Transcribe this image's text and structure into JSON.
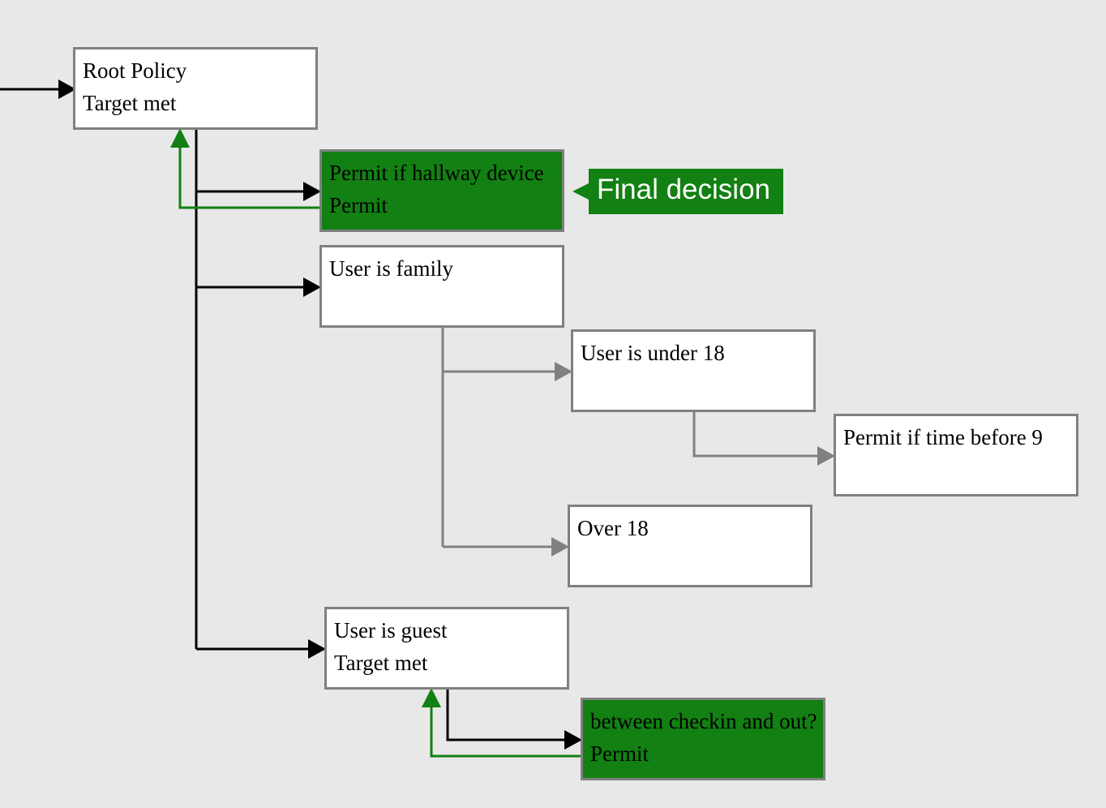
{
  "colors": {
    "background": "#e8e8e8",
    "node_fill": "#ffffff",
    "node_border": "#808080",
    "permit_fill": "#128012",
    "active_edge": "#000000",
    "inactive_edge": "#808080",
    "result_edge": "#128012",
    "badge_text": "#ffffff"
  },
  "nodes": {
    "root": {
      "title": "Root Policy",
      "status": "Target met"
    },
    "hallway": {
      "title": "Permit if hallway device",
      "status": "Permit"
    },
    "family": {
      "title": "User is family",
      "status": ""
    },
    "under18": {
      "title": "User is under 18",
      "status": ""
    },
    "time": {
      "title": "Permit if time before 9",
      "status": ""
    },
    "over18": {
      "title": "Over 18",
      "status": ""
    },
    "guest": {
      "title": "User is guest",
      "status": "Target met"
    },
    "checkin": {
      "title": "between checkin and out?",
      "status": "Permit"
    }
  },
  "badge": {
    "label": "Final decision"
  }
}
